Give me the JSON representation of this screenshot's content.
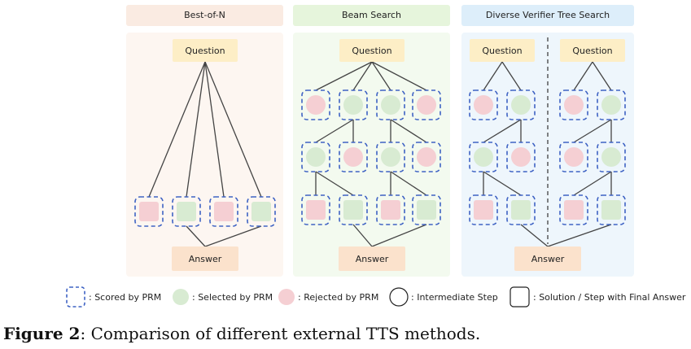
{
  "panels": [
    {
      "title": "Best-of-N",
      "question": "Question",
      "answer": "Answer"
    },
    {
      "title": "Beam Search",
      "question": "Question",
      "answer": "Answer"
    },
    {
      "title": "Diverse Verifier Tree Search",
      "questions": [
        "Question",
        "Question"
      ],
      "answer": "Answer"
    }
  ],
  "legend": [
    {
      "symbol": "scored",
      "label": ": Scored by PRM"
    },
    {
      "symbol": "selected",
      "label": ": Selected by PRM"
    },
    {
      "symbol": "rejected",
      "label": ": Rejected by PRM"
    },
    {
      "symbol": "intermediate",
      "label": ": Intermediate Step"
    },
    {
      "symbol": "solution",
      "label": ": Solution / Step with Final Answer"
    }
  ],
  "caption": {
    "label": "Figure 2",
    "text": ": Comparison of different external TTS methods."
  },
  "colors": {
    "panel1_bg": "#fdf6f1",
    "panel2_bg": "#f3faef",
    "panel3_bg": "#eef6fc",
    "title1_bg": "#faebe2",
    "title2_bg": "#e6f5dc",
    "title3_bg": "#ddeefa",
    "question_box": "#fdeec6",
    "answer_box": "#fbe2cc",
    "selected": "#d8ebd2",
    "rejected": "#f5cfd3",
    "scored_border": "#3f63c4",
    "edge": "#444444"
  }
}
